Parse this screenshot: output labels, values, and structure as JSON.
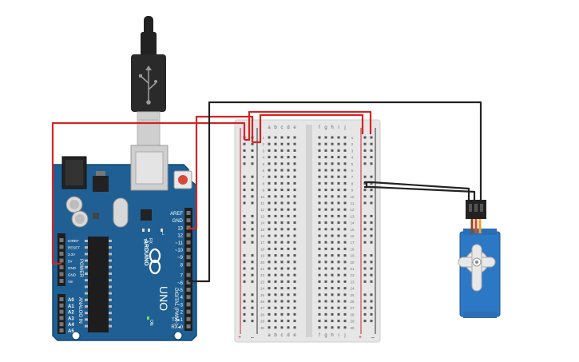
{
  "arduino": {
    "brand": "ARDUINO",
    "model": "UNO",
    "reset_label": "RESET",
    "on_label": "ON",
    "tx_label": "TX",
    "rx_label": "RX",
    "l_label": "L",
    "top_header_labels": [
      "AREF",
      "GND",
      "13",
      "12",
      "~11",
      "~10",
      "~9",
      "8",
      "7",
      "~6",
      "~5",
      "4",
      "~3",
      "2",
      "TX▸1",
      "RX◂0"
    ],
    "digital_label": "DIGITAL (PWM~)",
    "power_labels": [
      "IOREF",
      "RESET",
      "3.3V",
      "5V",
      "GND",
      "GND",
      "Vin"
    ],
    "power_title": "POWER",
    "analog_labels": [
      "A0",
      "A1",
      "A2",
      "A3",
      "A4",
      "A5"
    ],
    "analog_title": "ANALOG IN",
    "colors": {
      "board": "#1f5f93",
      "board_edge": "#154a75",
      "silk": "#ffffff"
    }
  },
  "breadboard": {
    "column_letters_left": [
      "a",
      "b",
      "c",
      "d",
      "e"
    ],
    "column_letters_right": [
      "f",
      "g",
      "h",
      "i",
      "j"
    ],
    "row_count": 30,
    "rail_plus": "+",
    "rail_minus": "–",
    "colors": {
      "body": "#e6e6e6",
      "hole": "#555555",
      "rail_red": "#cc2a2a",
      "rail_black": "#333333"
    }
  },
  "servo": {
    "colors": {
      "body": "#2d78c4",
      "horn": "#e8e8e8",
      "connector": "#222222"
    },
    "lead_colors": [
      "#8a4a1c",
      "#d94a2a",
      "#f0a020"
    ]
  },
  "usb_cable": {
    "colors": {
      "plug": "#222222",
      "metal": "#cfcfcf"
    }
  },
  "wires": {
    "red": "#d42424",
    "black": "#222222"
  }
}
